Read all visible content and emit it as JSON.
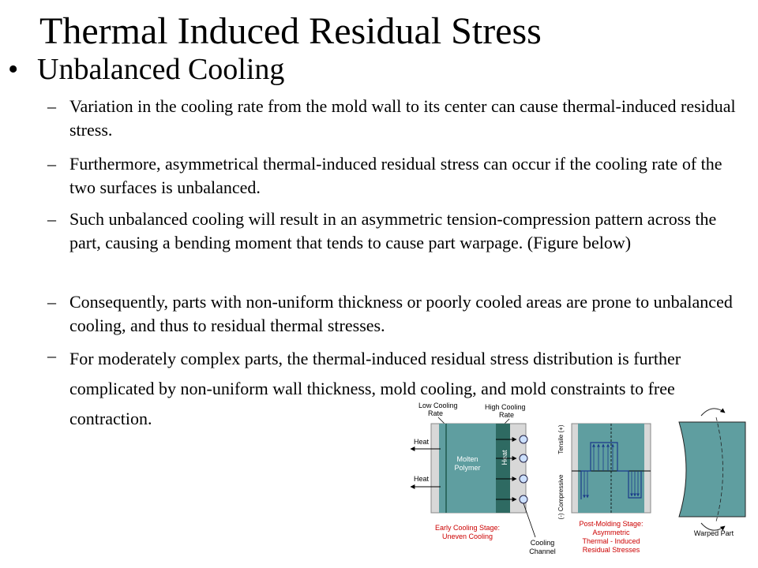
{
  "slide": {
    "title": "Thermal Induced Residual Stress",
    "bullet_symbol": "•",
    "bullet": "Unbalanced Cooling",
    "dash_symbol": "–",
    "subpoints": [
      "Variation in the cooling rate from the mold wall to its center can cause thermal-induced residual stress.",
      "Furthermore, asymmetrical thermal-induced residual stress can occur if the cooling rate of the two surfaces is unbalanced.",
      "Such unbalanced cooling will result in an asymmetric tension-compression pattern across the part, causing a bending moment that tends to cause part warpage. (Figure below)",
      "Consequently, parts with non-uniform thickness or poorly cooled areas are prone to unbalanced cooling, and thus to residual thermal stresses.",
      "For moderately complex parts, the thermal-induced residual stress distribution is further complicated by non-uniform wall thickness, mold cooling, and mold constraints to free contraction."
    ]
  },
  "figure": {
    "low_cooling_rate": [
      "Low Cooling",
      "Rate"
    ],
    "high_cooling_rate": [
      "High Cooling",
      "Rate"
    ],
    "heat": "Heat",
    "molten_polymer": [
      "Molten",
      "Polymer"
    ],
    "early_stage": [
      "Early Cooling Stage:",
      "Uneven Cooling"
    ],
    "cooling_channel": [
      "Cooling",
      "Channel"
    ],
    "tensile_axis": "Tensile (+)",
    "compressive_axis": "(-) Compressive",
    "post_molding": [
      "Post-Molding Stage:",
      "Asymmetric",
      "Thermal - Induced",
      "Residual Stresses"
    ],
    "warped_part": "Warped Part",
    "colors": {
      "part_fill": "#5f9ea0",
      "dark_wall": "#2e6a62",
      "label_red": "#cc0000",
      "arrow_blue": "#1a3a8a"
    }
  }
}
